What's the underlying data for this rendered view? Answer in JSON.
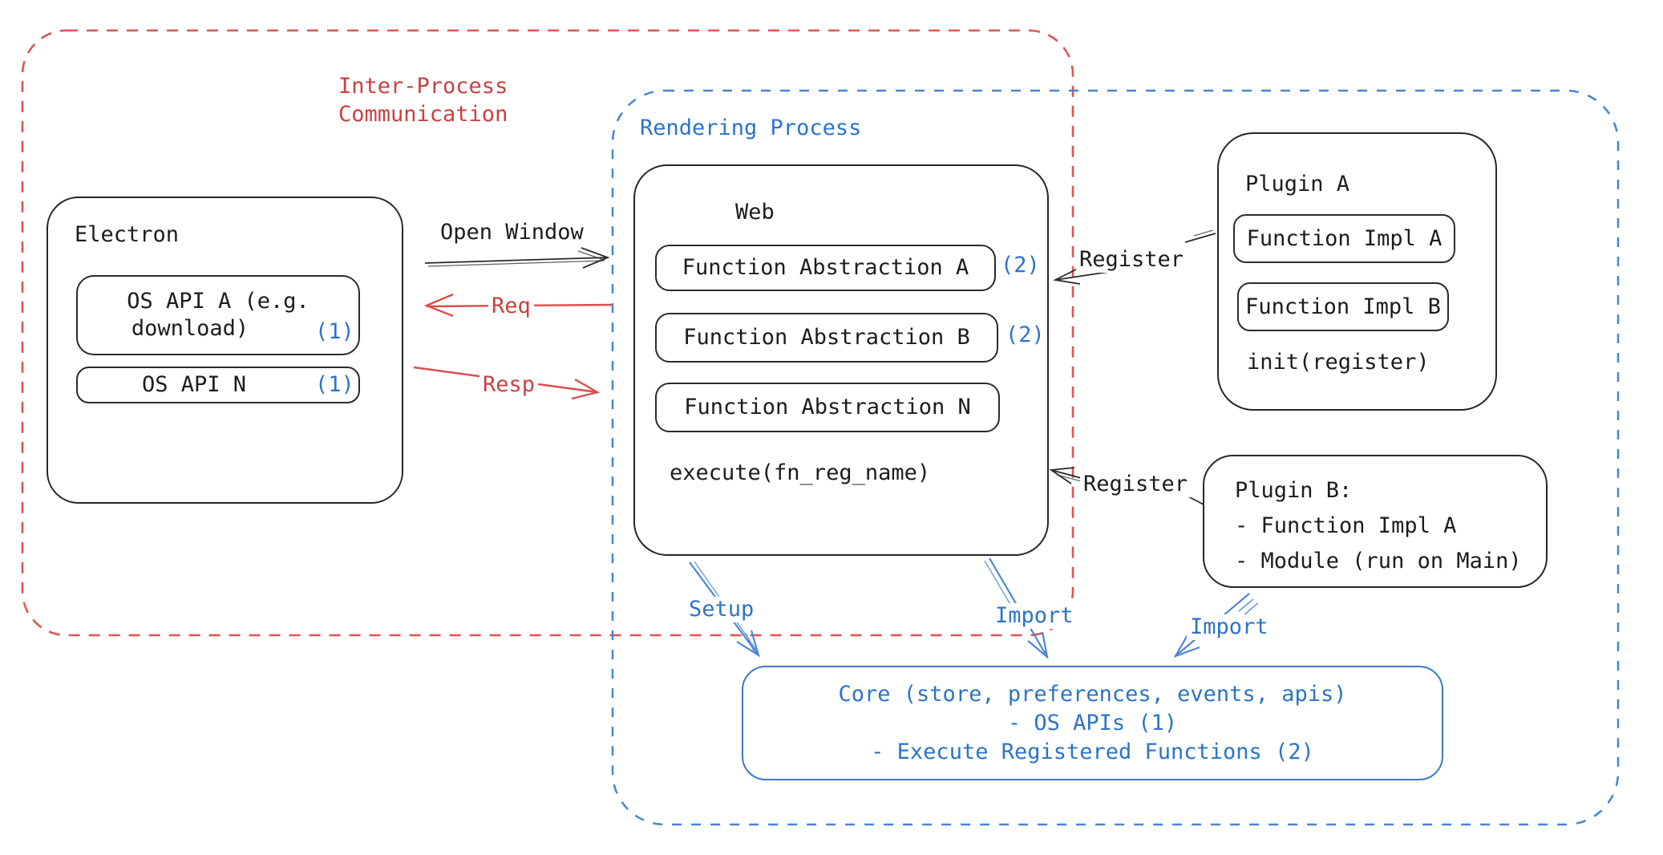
{
  "colors": {
    "red_stroke": "#df5353",
    "red_text": "#cb4040",
    "blue_stroke": "#4585d6",
    "blue_text": "#2b74c8",
    "black": "#1c1c1c"
  },
  "ipc_boundary": {
    "label_line1": "Inter-Process",
    "label_line2": "Communication"
  },
  "rendering_boundary": {
    "label": "Rendering Process"
  },
  "electron": {
    "title": "Electron",
    "os_api_a_line1": "OS API A (e.g.",
    "os_api_a_line2": "download)",
    "os_api_a_badge": "(1)",
    "os_api_n_label": "OS API N",
    "os_api_n_badge": "(1)"
  },
  "web": {
    "title": "Web",
    "fa_a_label": "Function Abstraction A",
    "fa_a_badge": "(2)",
    "fa_b_label": "Function Abstraction B",
    "fa_b_badge": "(2)",
    "fa_n_label": "Function Abstraction N",
    "execute_label": "execute(fn_reg_name)"
  },
  "plugin_a": {
    "title": "Plugin A",
    "impl_a_label": "Function Impl A",
    "impl_b_label": "Function Impl B",
    "init_label": "init(register)"
  },
  "plugin_b": {
    "line1": "Plugin B:",
    "line2": "- Function Impl A",
    "line3": "- Module (run on Main)"
  },
  "core": {
    "line1": "Core (store, preferences, events, apis)",
    "line2": "- OS APIs (1)",
    "line3": "- Execute Registered Functions (2)"
  },
  "arrows": {
    "open_window_label": "Open Window",
    "req_label": "Req",
    "resp_label": "Resp",
    "register_top_label": "Register",
    "register_bottom_label": "Register",
    "setup_label": "Setup",
    "import_web_label": "Import",
    "import_plugin_label": "Import"
  }
}
